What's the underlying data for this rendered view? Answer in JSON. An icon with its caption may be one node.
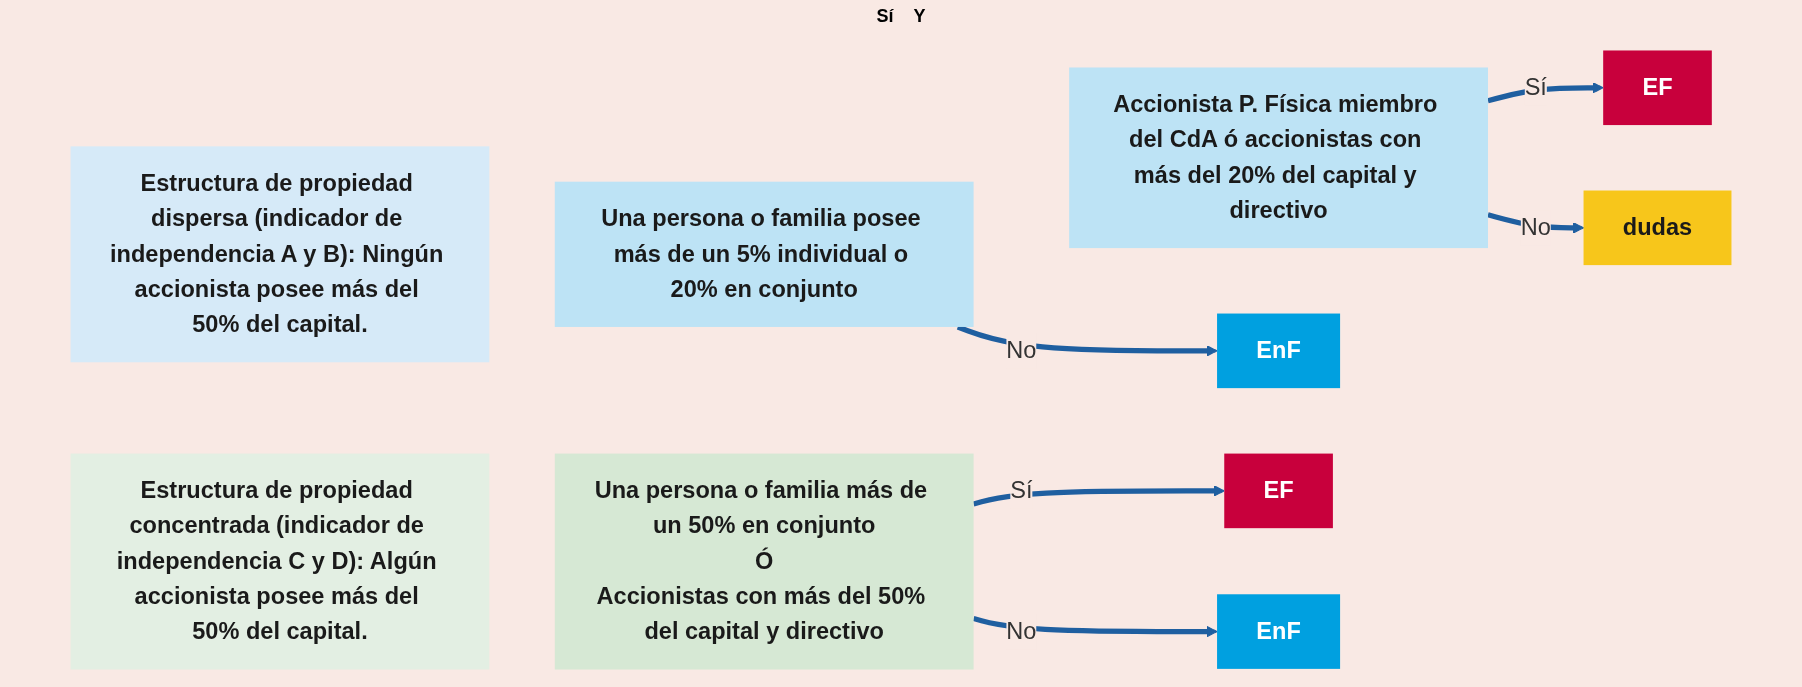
{
  "diagram": {
    "nodes": [
      {
        "text": [
          "Estructura de propiedad dispersa (indicador de independencia A y B): Ningún accionista posee más del 50% del capital."
        ]
      },
      {
        "text": [
          "Una persona o familia posee más de un 5% individual o 20% en conjunto"
        ]
      },
      {
        "text": [
          "Accionista P. Física miembro del CdA ó accionistas con más del 20% del capital y directivo"
        ]
      },
      {
        "text": [
          "EF"
        ]
      },
      {
        "text": [
          "dudas"
        ]
      },
      {
        "text": [
          "EnF"
        ]
      },
      {
        "text": [
          "Estructura de propiedad concentrada (indicador de independencia C y D): Algún accionista posee más del 50% del capital."
        ]
      },
      {
        "text": [
          "Una persona o familia más de un 50% en conjunto",
          "Ó",
          "Accionistas con más del 50% del capital y directivo"
        ]
      },
      {
        "text": [
          "EF"
        ]
      },
      {
        "text": [
          "EnF"
        ]
      }
    ],
    "edges": [
      {
        "from": 2,
        "to": 3,
        "arrow": "to",
        "label": "Sí"
      },
      {
        "from": 2,
        "to": 4,
        "arrow": "to",
        "label": "No"
      },
      {
        "from": 1,
        "to": 5,
        "arrow": "to",
        "label": "No"
      },
      {
        "from": 7,
        "to": 8,
        "arrow": "to",
        "label": "Sí"
      },
      {
        "from": 7,
        "to": 9,
        "arrow": "to",
        "label": "No"
      }
    ],
    "labels": [
      "Sí",
      "Y"
    ]
  }
}
